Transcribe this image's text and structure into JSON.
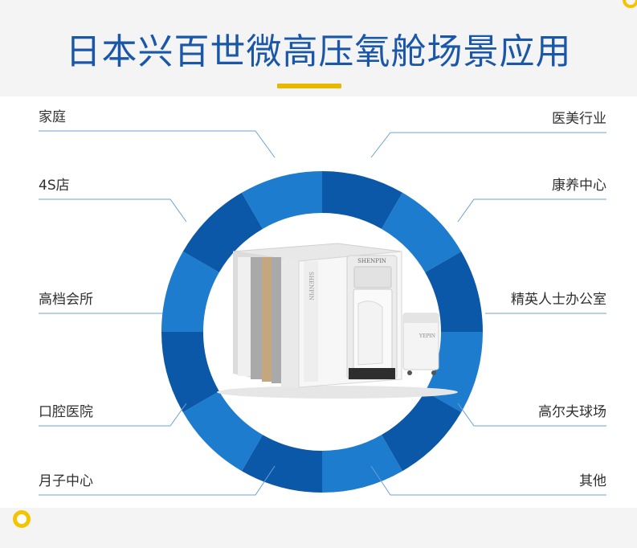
{
  "title": "日本兴百世微高压氧舱场景应用",
  "colors": {
    "title": "#1a57a8",
    "accent": "#e8b800",
    "ring_dark": "#0b57a8",
    "ring_light": "#1d7ccd",
    "leader": "#6aa0d6"
  },
  "chamber_brand": "SHENPIN",
  "device_brand": "YEPIN",
  "scenes": {
    "left": [
      "家庭",
      "4S店",
      "高档会所",
      "口腔医院",
      "月子中心"
    ],
    "right": [
      "医美行业",
      "康养中心",
      "精英人士办公室",
      "高尔夫球场",
      "其他"
    ]
  }
}
